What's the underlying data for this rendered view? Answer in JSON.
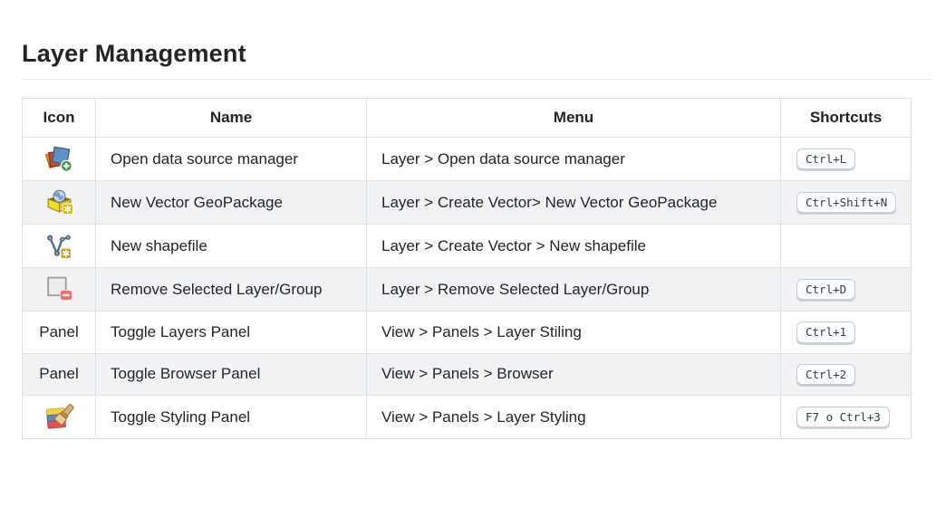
{
  "page": {
    "title": "Layer Management"
  },
  "table": {
    "headers": [
      "Icon",
      "Name",
      "Menu",
      "Shortcuts"
    ],
    "rows": [
      {
        "icon": "open-data-source-manager-icon",
        "icon_text": "",
        "name": "Open data source manager",
        "menu": "Layer > Open data source manager",
        "shortcut": "Ctrl+L"
      },
      {
        "icon": "new-vector-geopackage-icon",
        "icon_text": "",
        "name": "New Vector GeoPackage",
        "menu": "Layer > Create Vector> New Vector GeoPackage",
        "shortcut": "Ctrl+Shift+N"
      },
      {
        "icon": "new-shapefile-icon",
        "icon_text": "",
        "name": "New shapefile",
        "menu": "Layer > Create Vector > New shapefile",
        "shortcut": ""
      },
      {
        "icon": "remove-selected-layer-icon",
        "icon_text": "",
        "name": "Remove Selected Layer/Group",
        "menu": "Layer > Remove Selected Layer/Group",
        "shortcut": "Ctrl+D"
      },
      {
        "icon": "",
        "icon_text": "Panel",
        "name": "Toggle Layers Panel",
        "menu": "View > Panels > Layer Stiling",
        "shortcut": "Ctrl+1"
      },
      {
        "icon": "",
        "icon_text": "Panel",
        "name": "Toggle Browser Panel",
        "menu": "View > Panels > Browser",
        "shortcut": "Ctrl+2"
      },
      {
        "icon": "layer-styling-icon",
        "icon_text": "",
        "name": "Toggle Styling Panel",
        "menu": "View > Panels > Layer Styling",
        "shortcut": "F7 o Ctrl+3"
      }
    ]
  },
  "colors": {
    "text": "#212529",
    "table_border": "#dee2e6",
    "row_stripe": "#f2f3f4",
    "kbd_background": "#fcfdfe",
    "kbd_border": "#c6cbd1"
  }
}
